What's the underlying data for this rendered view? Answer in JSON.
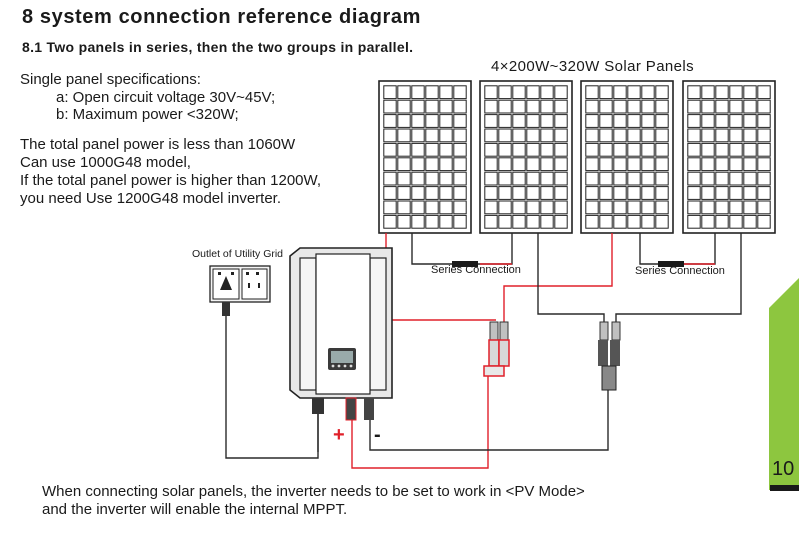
{
  "header": {
    "title": "8 system connection reference diagram",
    "subtitle": "8.1 Two panels in series, then the two groups in parallel."
  },
  "specs": {
    "heading": "Single panel specifications:",
    "item_a": "a: Open circuit voltage 30V~45V;",
    "item_b": "b: Maximum power <320W;"
  },
  "notes": {
    "line1": "The total panel power is less than 1060W",
    "line2": " Can use 1000G48 model,",
    "line3": "If the total panel power is higher than 1200W,",
    "line4": "you need Use 1200G48 model inverter."
  },
  "diagram": {
    "panels_label": "4×200W~320W Solar Panels",
    "series_left": "Series Connection",
    "series_right": "Series Connection",
    "outlet_label": "Outlet of Utility Grid",
    "plus": "+",
    "minus": "-",
    "colors": {
      "positive": "#e0202a",
      "negative": "#2a2a2a",
      "accent": "#8dc63f"
    }
  },
  "footer": {
    "line1": "When connecting solar panels, the inverter needs to be set to work in <PV Mode>",
    "line2": "  and the inverter will enable the internal MPPT."
  },
  "page_number": "10"
}
